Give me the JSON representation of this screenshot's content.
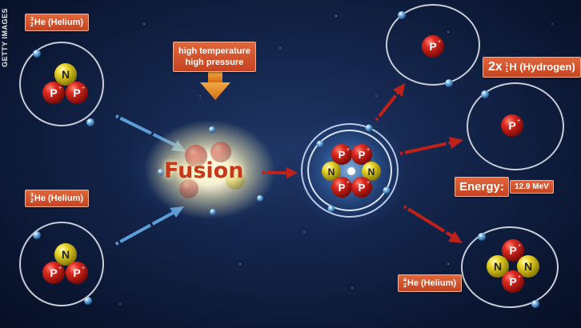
{
  "watermark": "GETTY IMAGES",
  "labels": {
    "he3_top": {
      "mass": "3",
      "atomic": "2",
      "text": "He (Helium)"
    },
    "he3_bottom": {
      "mass": "3",
      "atomic": "2",
      "text": "He (Helium)"
    },
    "conditions": {
      "line1": "high temperature",
      "line2": "high pressure"
    },
    "fusion": "Fusion",
    "hydrogen": {
      "count": "2x",
      "mass": "1",
      "atomic": "1",
      "text": "H (Hydrogen)"
    },
    "energy": {
      "label": "Energy:",
      "value": "12.9 MeV"
    },
    "he4": {
      "mass": "4",
      "atomic": "2",
      "text": "He (Helium)"
    }
  },
  "particles": {
    "proton": "P",
    "neutron": "N",
    "proton_charge": "+"
  },
  "colors": {
    "proton": "#c81e1e",
    "neutron": "#e2c81e",
    "electron": "#5aa3e0",
    "label_bg": "#d2502a",
    "arrow_red": "#c0221a",
    "arrow_blue": "#5d9fd8",
    "arrow_orange": "#e98a1f"
  }
}
